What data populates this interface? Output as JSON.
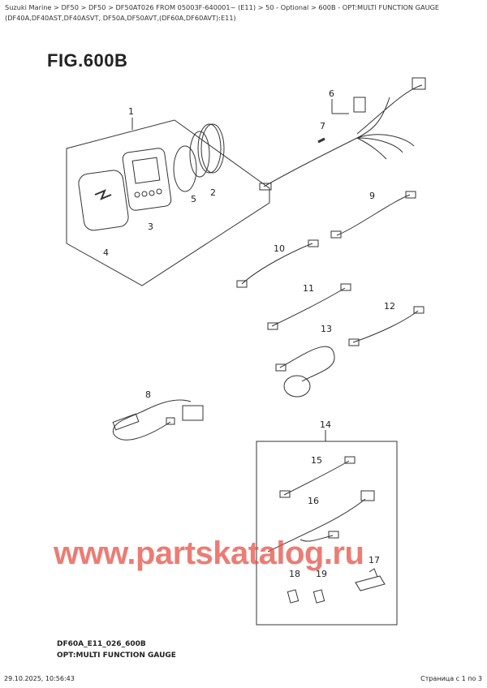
{
  "breadcrumb": "Suzuki Marine > DF50 > DF50 > DF50AT026 FROM 05003F-640001~ (E11) > 50 - Optional > 600B - OPT:MULTI FUNCTION GAUGE (DF40A,DF40AST,DF40ASVT, DF50A,DF50AVT,(DF60A,DF60AVT):E11)",
  "figure_title": "FIG.600B",
  "callouts": [
    "1",
    "2",
    "3",
    "4",
    "5",
    "6",
    "7",
    "8",
    "9",
    "10",
    "11",
    "12",
    "13",
    "14",
    "15",
    "16",
    "17",
    "18",
    "19"
  ],
  "footer": {
    "code": "DF60A_E11_026_600B",
    "caption": "OPT:MULTI FUNCTION GAUGE",
    "timestamp": "29.10.2025, 10:56:43",
    "pagination": "Страница с 1 по 3"
  },
  "watermark": "www.partskatalog.ru",
  "colors": {
    "watermark": "#e6504a"
  }
}
